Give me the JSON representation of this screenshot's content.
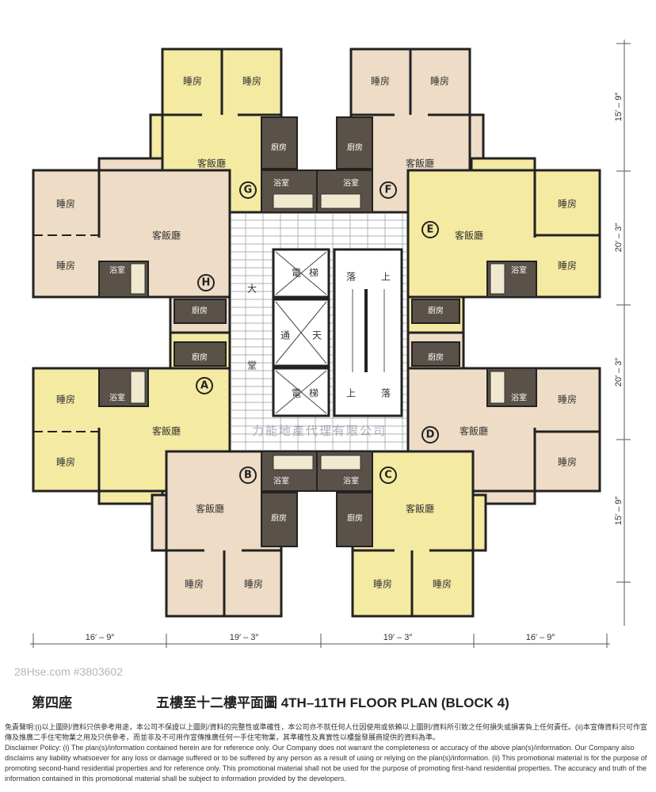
{
  "title": {
    "block": "第四座",
    "floor_plan": "五樓至十二樓平面圖 4TH–11TH FLOOR PLAN (BLOCK 4)"
  },
  "rooms": {
    "bedroom": "睡房",
    "living_dining": "客飯廳",
    "kitchen": "廚房",
    "bathroom": "浴室"
  },
  "core": {
    "lift_1": "電",
    "lift_2": "梯",
    "lift_3": "電",
    "lift_4": "梯",
    "lightwell_1": "通",
    "lightwell_2": "天",
    "lobby_1": "大",
    "lobby_2": "堂",
    "stair_down": "落",
    "stair_up": "上"
  },
  "units": [
    "A",
    "B",
    "C",
    "D",
    "E",
    "F",
    "G",
    "H"
  ],
  "dimensions": {
    "horizontal": [
      "16′ – 9″",
      "19′ – 3″",
      "19′ – 3″",
      "16′ – 9″"
    ],
    "vertical": [
      "15′ – 9″",
      "20′ – 3″",
      "20′ – 3″",
      "15′ – 9″"
    ]
  },
  "colors": {
    "unit_yellow": "#f4eaa2",
    "unit_beige": "#eedcc6"
  },
  "watermarks": {
    "agency": "力能地產代理有限公司",
    "site": "28Hse.com #3803602"
  },
  "disclaimer": {
    "chinese": "免責聲明:(i)以上圖則/資料只供參考用途，本公司不保證以上圖則/資料的完整性或準確性，本公司亦不就任何人仕因使用或依賴以上圖則/資料所引致之任何損失或損害負上任何責任。(ii)本宣傳資料只可作宣傳及推廣二手住宅物業之用及只供參考，而並非及不可用作宣傳推廣任何一手住宅物業，其準確性及真實性以樓盤發展商提供的資料為準。",
    "english": "Disclaimer Policy: (i) The plan(s)/information contained herein are for reference only. Our Company does not warrant the completeness or accuracy of the above plan(s)/information. Our Company also disclaims any liability whatsoever for any loss or damage suffered or to be suffered by any person as a result of using or relying on the plan(s)/information. (ii) This promotional material is for the purpose of promoting second-hand residential properties and for reference only. This promotional material shall not be used for the purpose of promoting first-hand residential properties. The accuracy and truth of the information contained in this promotional material shall be subject to information provided by the developers."
  }
}
